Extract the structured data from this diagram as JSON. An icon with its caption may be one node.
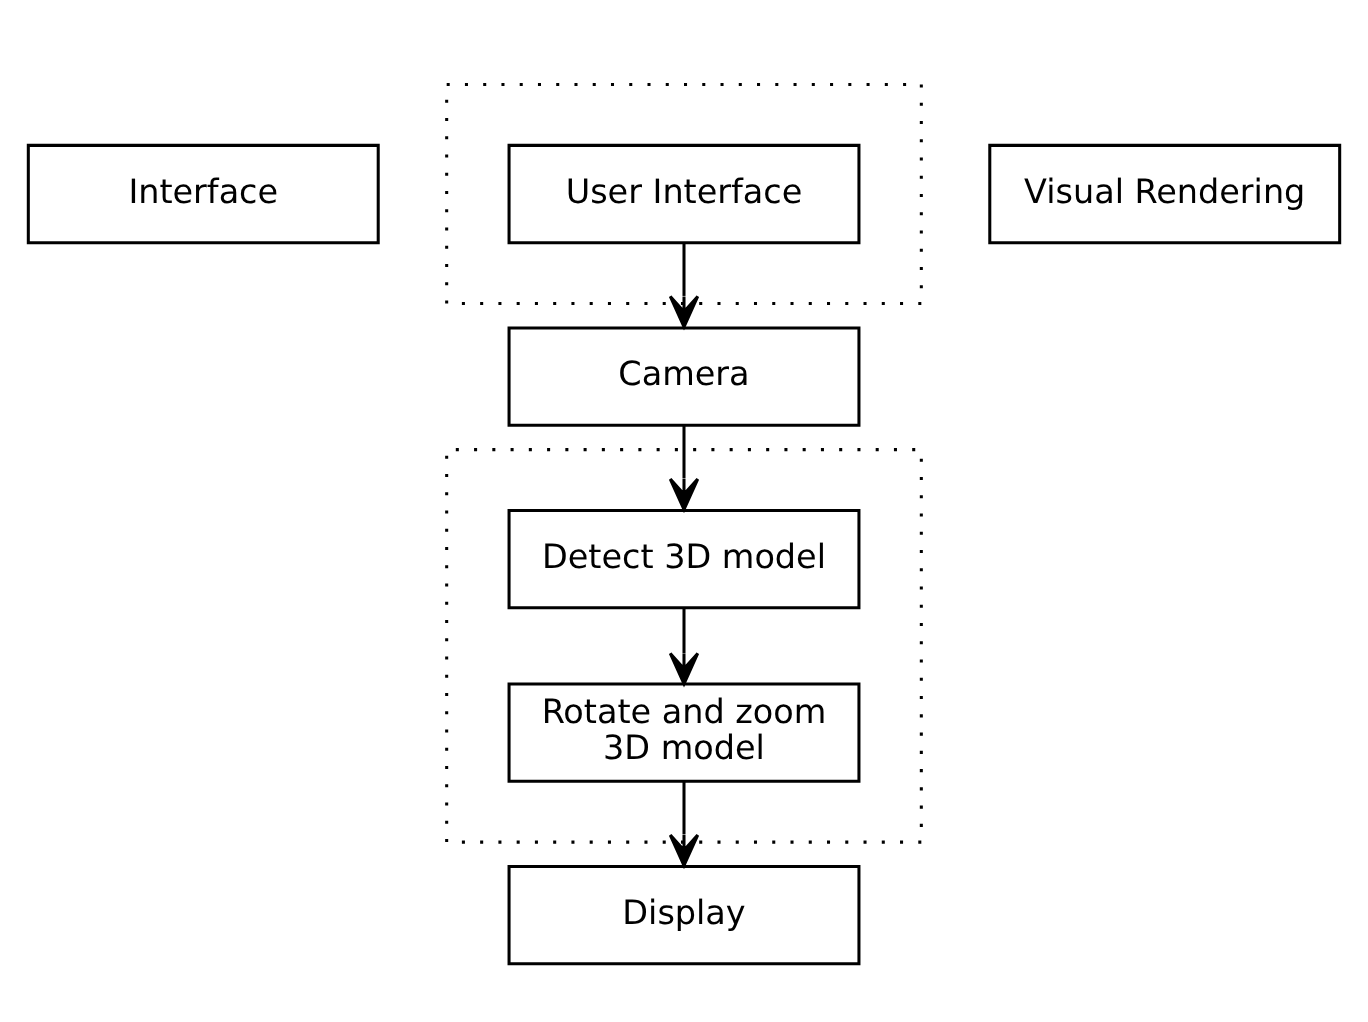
{
  "diagram": {
    "nodes": [
      {
        "text": [
          "Interface"
        ]
      },
      {
        "text": [],
        "shape": "box"
      },
      {
        "text": [
          "User Interface"
        ],
        "in": 1
      },
      {
        "text": [
          "Camera"
        ]
      },
      {
        "text": [
          "Visual Rendering"
        ]
      },
      {
        "text": [],
        "shape": "box"
      },
      {
        "text": [
          "Detect 3D model"
        ],
        "in": 5
      },
      {
        "text": [
          "Rotate and zoom 3D model"
        ],
        "in": 5
      },
      {
        "text": [
          "Display"
        ]
      }
    ],
    "edges": [
      {
        "from": 2,
        "to": 3,
        "arrow": "to"
      },
      {
        "from": 3,
        "to": 6,
        "arrow": "to"
      },
      {
        "from": 6,
        "to": 7,
        "arrow": "to"
      },
      {
        "from": 7,
        "to": 8,
        "arrow": "to"
      }
    ]
  }
}
